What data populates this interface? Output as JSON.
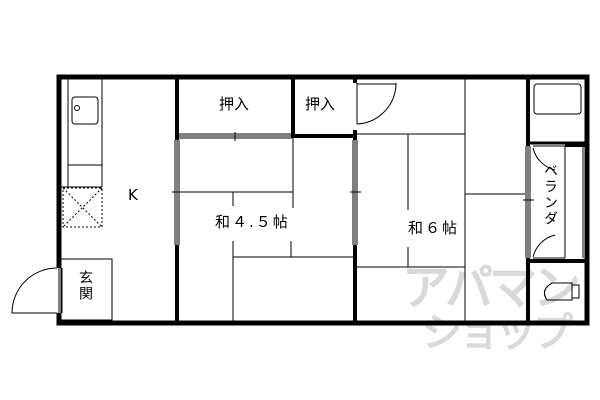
{
  "floor_plan": {
    "rooms": {
      "kitchen": {
        "label": "K"
      },
      "entrance": {
        "label": "玄関"
      },
      "closet_1": {
        "label": "押入"
      },
      "closet_2": {
        "label": "押入"
      },
      "washitsu_45": {
        "label": "和４.５帖"
      },
      "washitsu_6": {
        "label": "和６帖"
      },
      "veranda": {
        "label": "ベランダ"
      }
    },
    "watermark": {
      "line1": "アパマン",
      "line2": "ショップ"
    },
    "colors": {
      "wall": "#000000",
      "watermark": "#d9d9d9",
      "background": "#ffffff"
    }
  }
}
